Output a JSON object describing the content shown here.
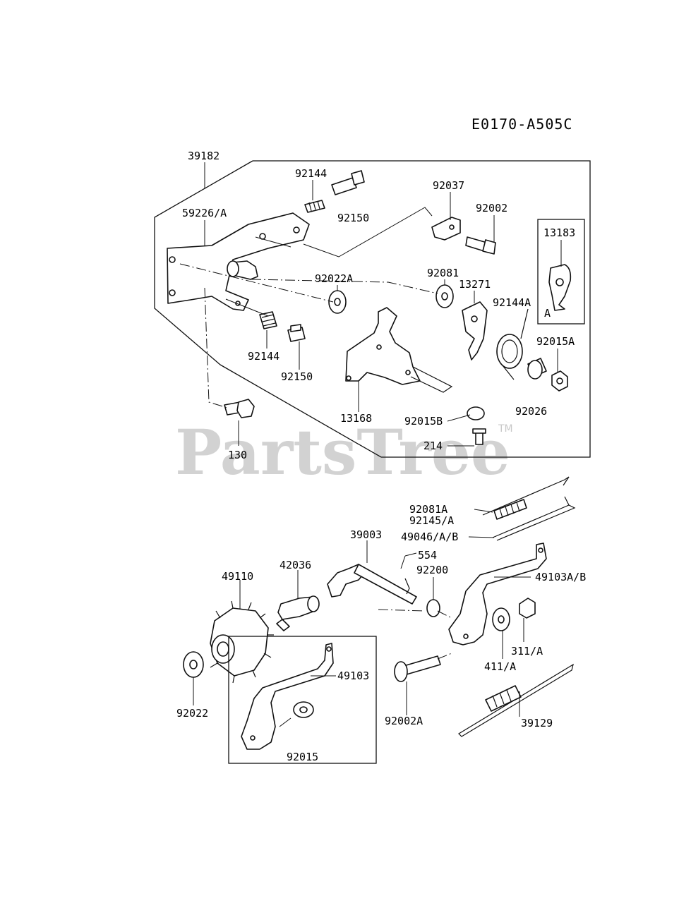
{
  "diagram_code": "E0170-A505C",
  "watermark": {
    "text": "PartsTree",
    "trademark": "TM"
  },
  "inset_marker": "A",
  "labels": {
    "l39182": "39182",
    "l92144_top": "92144",
    "l92150_top": "92150",
    "l92037": "92037",
    "l92002": "92002",
    "l13183": "13183",
    "l59226": "59226/A",
    "l92022A": "92022A",
    "l92081": "92081",
    "l13271": "13271",
    "l92144A": "92144A",
    "l92015A": "92015A",
    "l92144_bot": "92144",
    "l92150_bot": "92150",
    "l13168": "13168",
    "l92015B": "92015B",
    "l92026": "92026",
    "l214": "214",
    "l130": "130",
    "l92081A": "92081A",
    "l92145A": "92145/A",
    "l49046": "49046/A/B",
    "l39003": "39003",
    "l554": "554",
    "l92200": "92200",
    "l49103AB": "49103A/B",
    "l42036": "42036",
    "l49110": "49110",
    "l311A": "311/A",
    "l411A": "411/A",
    "l92022": "92022",
    "l49103": "49103",
    "l92002A": "92002A",
    "l39129": "39129",
    "l92015": "92015"
  }
}
